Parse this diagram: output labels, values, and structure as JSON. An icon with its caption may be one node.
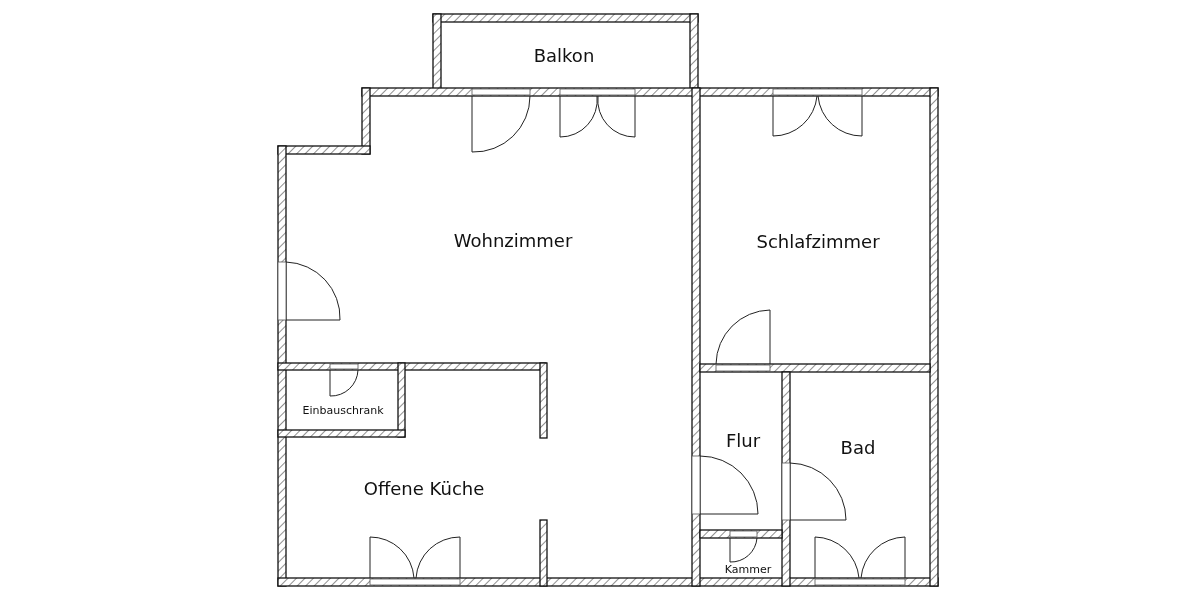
{
  "diagram": {
    "nodes": [
      {
        "text": [
          "Balkon"
        ]
      },
      {
        "text": [
          "Wohnzimmer"
        ]
      },
      {
        "text": [
          "Schlafzimmer"
        ]
      },
      {
        "text": [
          "Einbauschrank"
        ]
      },
      {
        "text": [
          "Offene Küche"
        ]
      },
      {
        "text": [
          "Flur"
        ]
      },
      {
        "text": [
          "Bad"
        ]
      },
      {
        "text": [
          "Kammer"
        ]
      }
    ]
  }
}
